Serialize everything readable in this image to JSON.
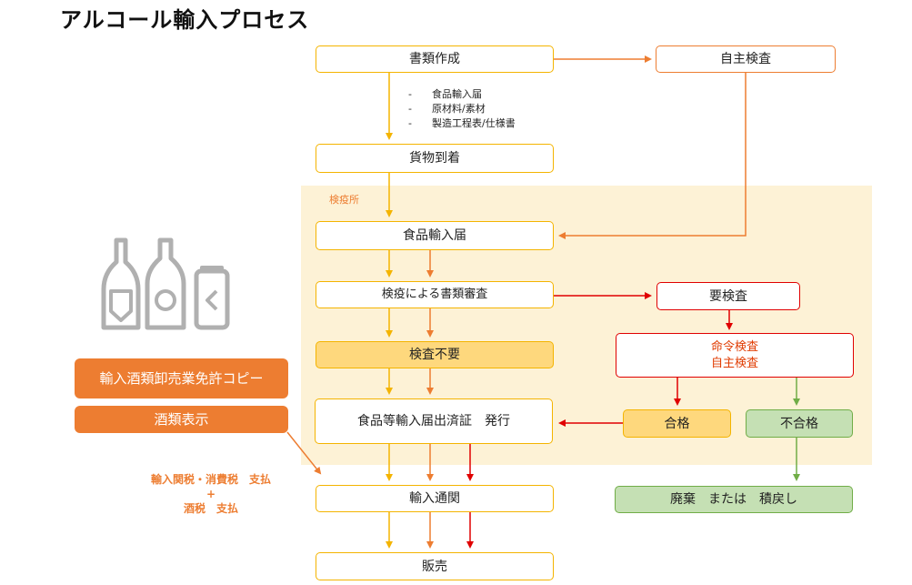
{
  "title": "アルコール輸入プロセス",
  "zone_label": "検疫所",
  "nodes": {
    "documents": "書類作成",
    "self_inspection": "自主検査",
    "cargo_arrival": "貨物到着",
    "food_import_notice": "食品輸入届",
    "document_review": "検疫による書類審査",
    "inspection_required": "要検査",
    "no_inspection": "検査不要",
    "ordered_inspection_line1": "命令検査",
    "ordered_inspection_line2": "自主検査",
    "certificate_issue": "食品等輸入届出済証　発行",
    "pass": "合格",
    "fail": "不合格",
    "customs": "輸入通関",
    "dispose": "廃棄　または　積戻し",
    "sales": "販売"
  },
  "document_list": [
    "食品輸入届",
    "原材料/素材",
    "製造工程表/仕様書"
  ],
  "document_list_bullet": "-",
  "left_panel": {
    "license_copy": "輸入酒類卸売業免許コピー",
    "liquor_label": "酒類表示",
    "tax_line1": "輸入関税・消費税　支払",
    "tax_plus": "+",
    "tax_line2": "酒税　支払"
  },
  "colors": {
    "yellow": "#f4b400",
    "orange": "#ed7d31",
    "red": "#e00000",
    "green": "#70ad47",
    "zone": "#fdf2d6"
  },
  "icons": [
    "wine-bottle-icon",
    "beer-bottle-icon",
    "can-icon"
  ]
}
